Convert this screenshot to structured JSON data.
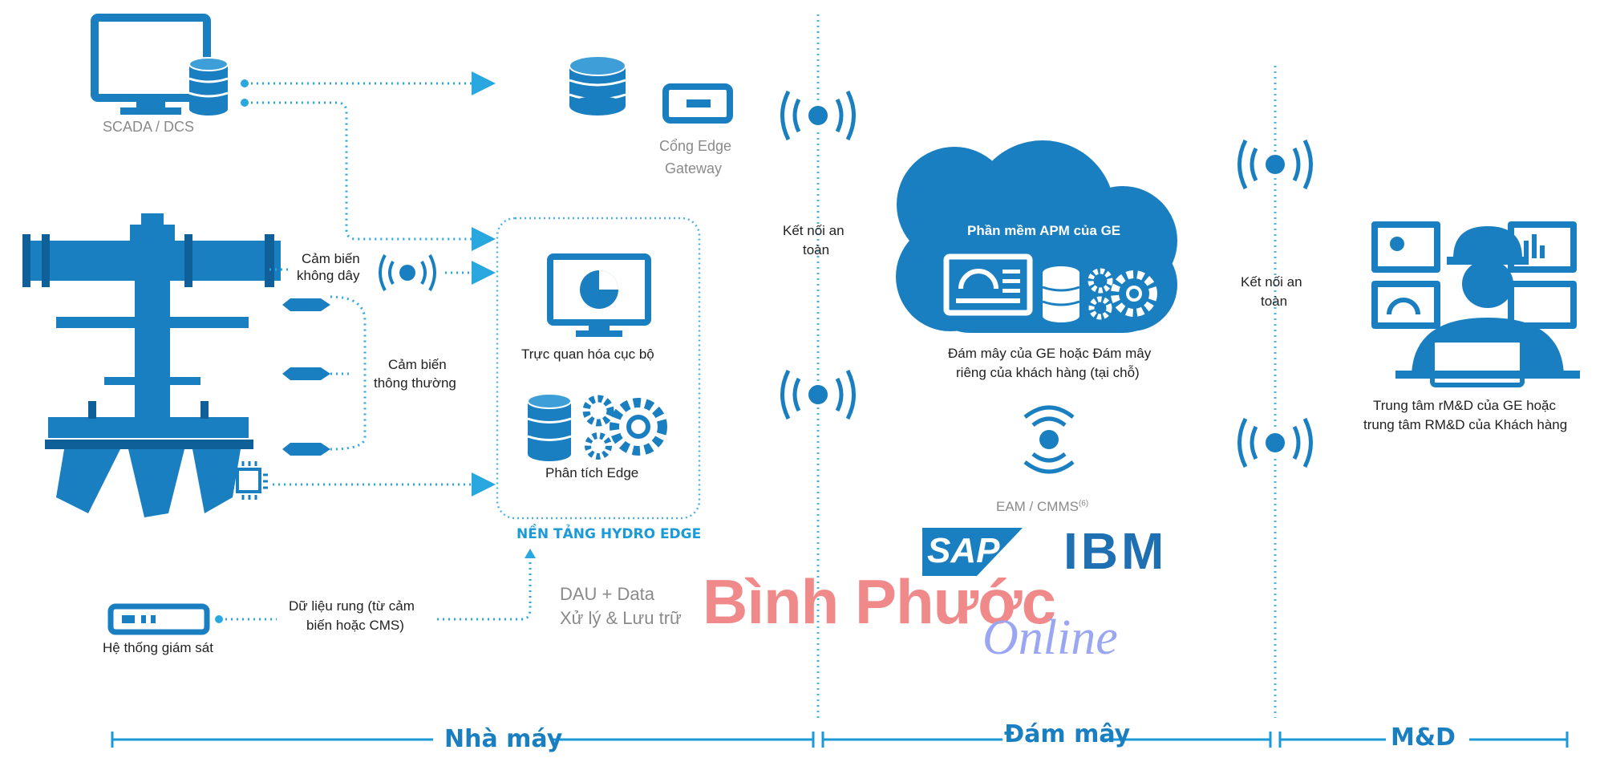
{
  "labels": {
    "scada": "SCADA / DCS",
    "gateway_1": "Cổng Edge",
    "gateway_2": "Gateway",
    "wireless_1": "Cảm biến",
    "wireless_2": "không dây",
    "normal_1": "Cảm biến",
    "normal_2": "thông thường",
    "visual": "Trực quan hóa cục bộ",
    "edge_analysis": "Phân tích Edge",
    "hydro_platform": "NỀN TẢNG HYDRO EDGE",
    "vibration_1": "Dữ liệu rung (từ cảm",
    "vibration_2": "biến hoặc CMS)",
    "monitoring": "Hệ thống giám sát",
    "dau_1": "DAU + Data",
    "dau_2": "Xử lý & Lưu trữ",
    "secure_1_line1": "Kết nối an",
    "secure_1_line2": "toàn",
    "apm": "Phần mềm APM của GE",
    "cloud_1": "Đám mây của GE hoặc Đám mây",
    "cloud_2": "riêng của khách hàng (tại chỗ)",
    "eam": "EAM / CMMS",
    "eam_sup": "(6)",
    "sap": "SAP",
    "ibm": "IBM",
    "secure_2_line1": "Kết nối an",
    "secure_2_line2": "toàn",
    "center_1": "Trung tâm rM&D của GE hoặc",
    "center_2": "trung tâm RM&D của Khách hàng"
  },
  "zones": {
    "factory": "Nhà máy",
    "cloud": "Đám mây",
    "md": "M&D"
  },
  "watermark": {
    "main": "Bình Phước",
    "sub": "Online"
  },
  "colors": {
    "primary": "#1a7fc1",
    "light": "#4fb3e3",
    "dark": "#0f5f99",
    "watermark_main": "#f08a8a",
    "watermark_sub": "#9aa6f2"
  }
}
